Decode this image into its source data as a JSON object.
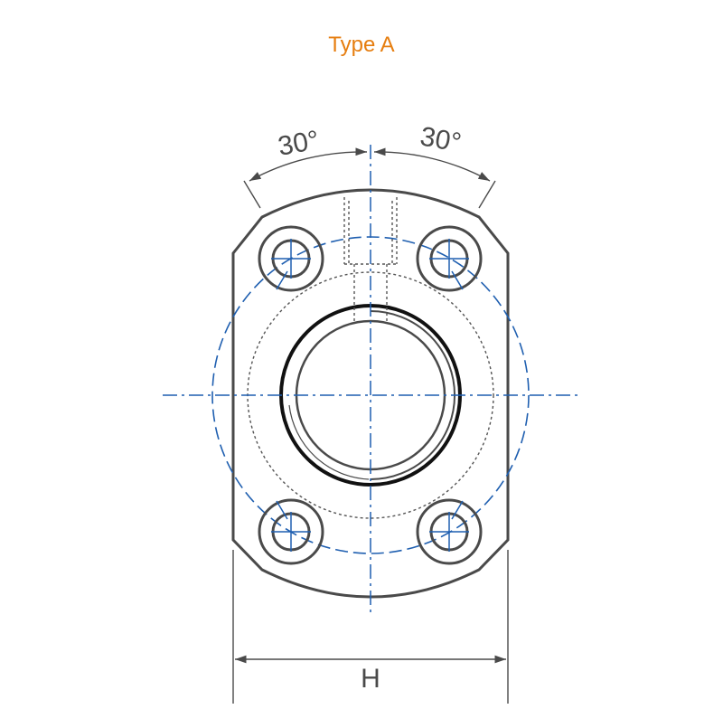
{
  "title": "Type A",
  "colors": {
    "title": "#e67e10",
    "outline": "#4a4a4a",
    "centerline": "#1f5fb0",
    "hidden": "#555555",
    "dimension": "#4a4a4a",
    "bore": "#111111"
  },
  "dimensions": {
    "angle_left": "30°",
    "angle_right": "30°",
    "width": "H"
  }
}
